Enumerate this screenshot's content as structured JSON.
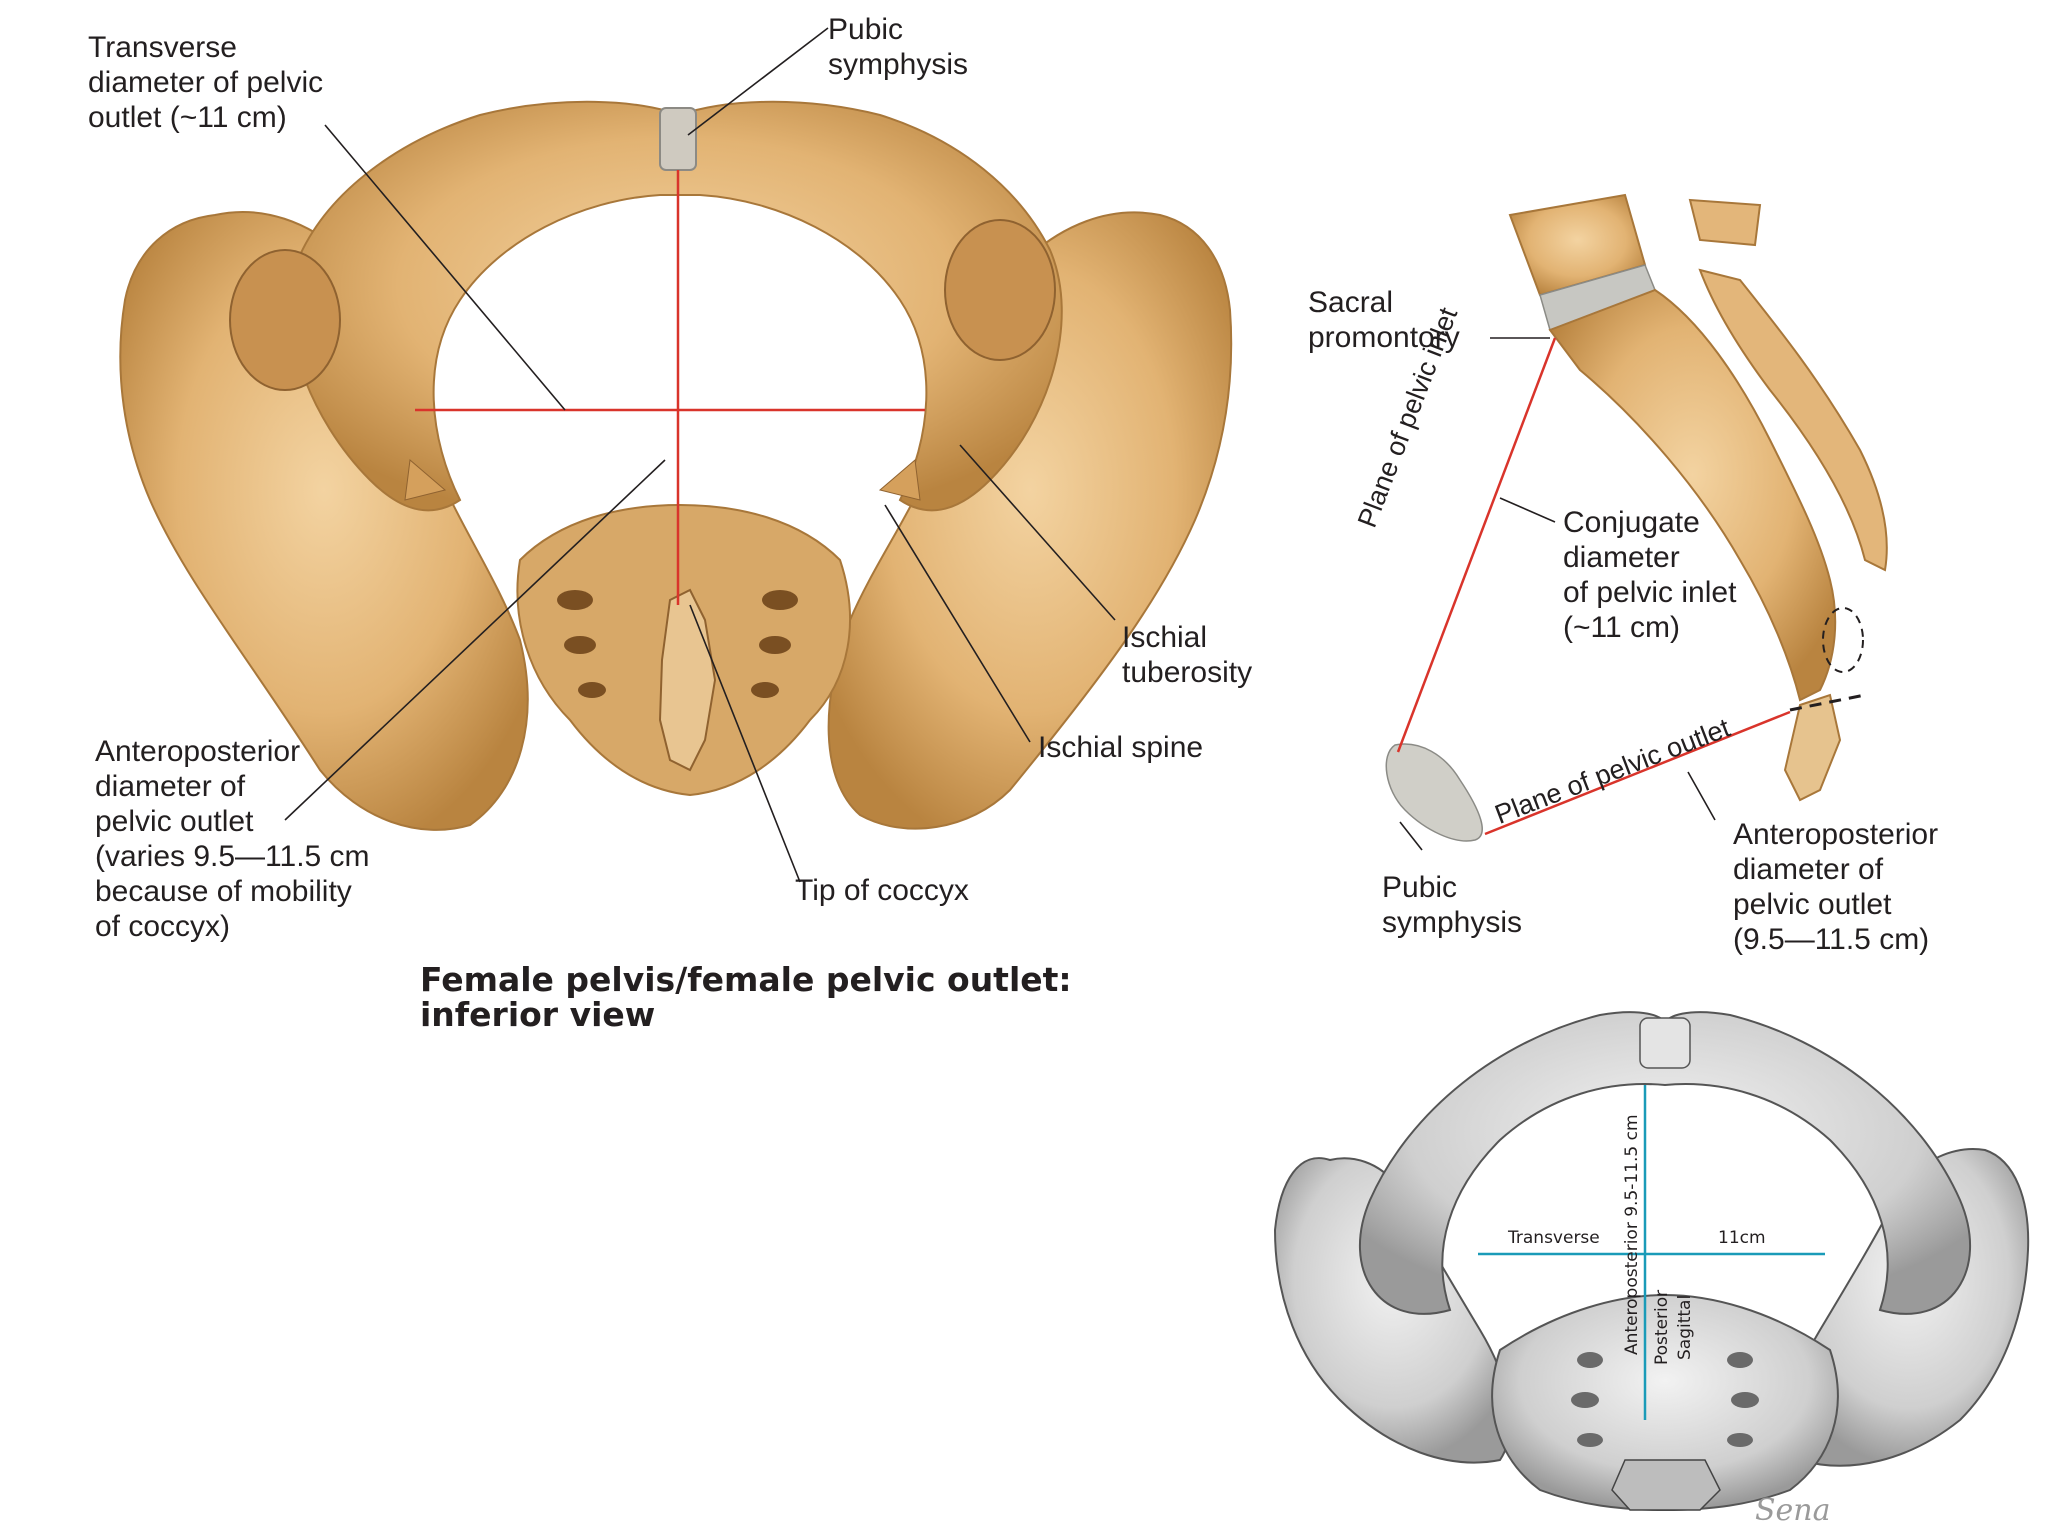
{
  "figure_a": {
    "caption": "Female pelvis/female pelvic outlet:\ninferior view",
    "labels": {
      "transverse_diameter": "Transverse\ndiameter of pelvic\noutlet (~11 cm)",
      "pubic_symphysis": "Pubic\nsymphysis",
      "ischial_tuberosity": "Ischial\ntuberosity",
      "ischial_spine": "Ischial spine",
      "tip_of_coccyx": "Tip of coccyx",
      "ap_diameter": "Anteroposterior\ndiameter of\npelvic outlet\n(varies 9.5—11.5 cm\nbecause of mobility\nof coccyx)"
    }
  },
  "figure_b": {
    "labels": {
      "sacral_promontory": "Sacral\npromontory",
      "plane_pelvic_inlet": "Plane of pelvic inlet",
      "conjugate_diameter": "Conjugate\ndiameter\nof pelvic inlet\n(~11 cm)",
      "plane_pelvic_outlet": "Plane of pelvic outlet",
      "pubic_symphysis": "Pubic\nsymphysis",
      "ap_diameter": "Anteroposterior\ndiameter of\npelvic outlet\n(9.5—11.5 cm)"
    }
  },
  "figure_c": {
    "labels": {
      "transverse": "Transverse",
      "transverse_value": "11cm",
      "anteroposterior": "Anteroposterior 9.5-11.5 cm",
      "posterior": "Posterior",
      "sagittal": "Sagittal"
    },
    "signature": "Sena"
  },
  "colors": {
    "bone": "#e3b67a",
    "bone_shadow": "#b8843f",
    "red_line": "#d9342b",
    "grey_bone": "#d6d6d6",
    "teal_line": "#1a9bb8",
    "ink": "#231f20"
  }
}
